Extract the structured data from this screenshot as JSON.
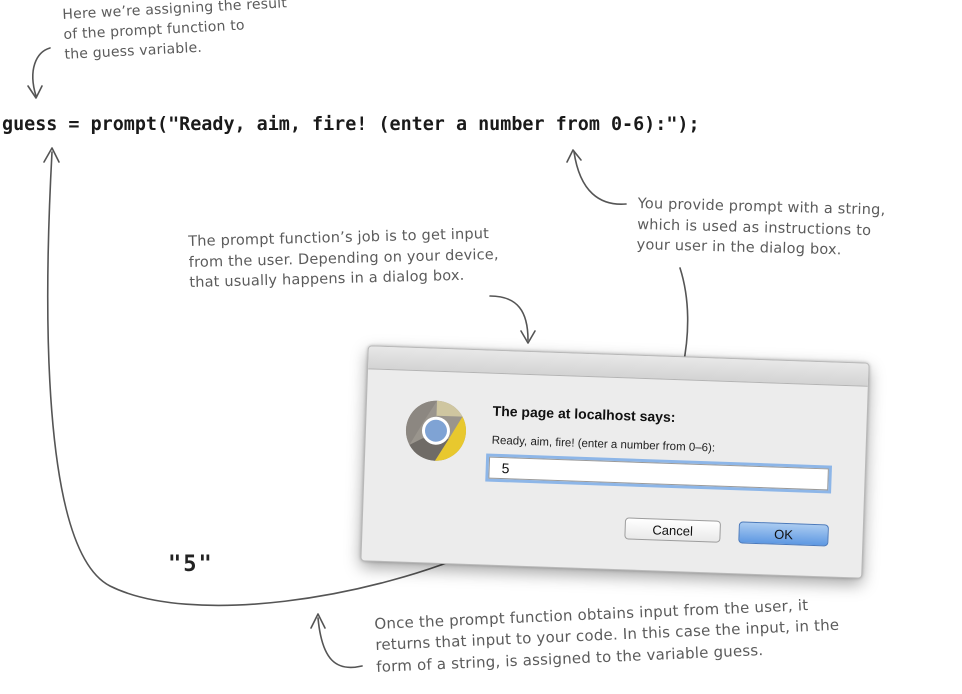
{
  "annotations": {
    "assign": "Here we’re assigning the result\nof the prompt function to\nthe guess variable.",
    "string": "You provide prompt with a string,\nwhich is used as instructions to\nyour user in the dialog box.",
    "job": "The prompt function’s job is to get input\nfrom the user. Depending on your device,\nthat usually happens in a dialog box.",
    "return": "Once the prompt function obtains input from the user, it\nreturns that input to your code. In this case the input, in the\nform of a string, is assigned to the variable guess."
  },
  "code_line": "guess = prompt(\"Ready, aim, fire! (enter a number from 0-6):\");",
  "return_value": "\"5\"",
  "dialog": {
    "heading": "The page at localhost says:",
    "message": "Ready, aim, fire! (enter a number from 0–6):",
    "input_value": "5",
    "cancel_label": "Cancel",
    "ok_label": "OK",
    "icon": "chrome-logo-icon",
    "colors": {
      "ok_button": "#5e98e2",
      "focus_ring": "#8db6e8"
    }
  },
  "colors": {
    "annotation_text": "#5b5b5b",
    "arrow": "#555555",
    "code_text": "#1a1a1a"
  }
}
